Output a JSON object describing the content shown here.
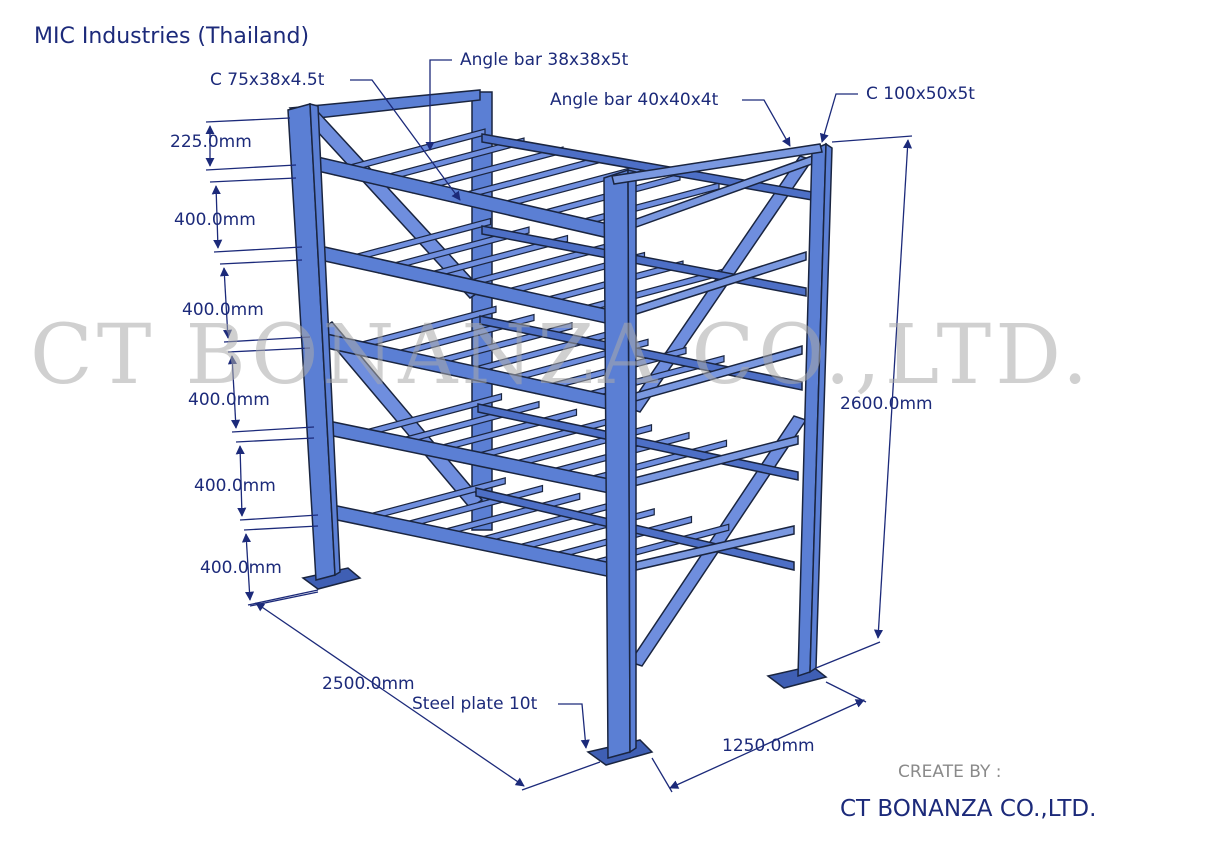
{
  "header": {
    "title": "MIC Industries (Thailand)"
  },
  "watermark": "CT BONANZA CO.,LTD.",
  "callouts": {
    "c_small": "C 75x38x4.5t",
    "angle_38": "Angle bar 38x38x5t",
    "angle_40": "Angle bar 40x40x4t",
    "c_large": "C 100x50x5t",
    "plate": "Steel plate 10t"
  },
  "dimensions": {
    "top_gap": "225.0mm",
    "level_gaps": [
      "400.0mm",
      "400.0mm",
      "400.0mm",
      "400.0mm",
      "400.0mm"
    ],
    "height": "2600.0mm",
    "length": "2500.0mm",
    "width": "1250.0mm"
  },
  "footer": {
    "created_by": "CREATE BY :",
    "company": "CT BONANZA CO.,LTD."
  },
  "colors": {
    "steel_front": "#5b7fd4",
    "steel_dark": "#3f5fb4",
    "steel_light": "#7a98e0",
    "outline": "#1a2540",
    "dimension_line": "#1c2a7a"
  }
}
